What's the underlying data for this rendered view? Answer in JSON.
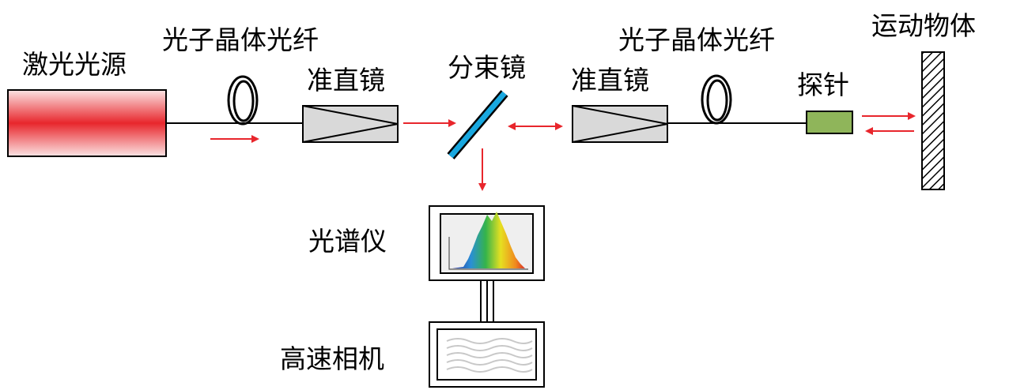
{
  "labels": {
    "laser": "激光光源",
    "fiber_left": "光子晶体光纤",
    "collimator_left": "准直镜",
    "splitter": "分束镜",
    "collimator_right": "准直镜",
    "fiber_right": "光子晶体光纤",
    "probe": "探针",
    "moving_object": "运动物体",
    "spectrometer": "光谱仪",
    "camera": "高速相机"
  },
  "colors": {
    "laser_core": "#e8262c",
    "laser_edge": "#fbe4e4",
    "arrow": "#e8262c",
    "collimator_fill": "#d9d9d9",
    "splitter_fill": "#19a8e0",
    "probe_fill": "#8fb55a",
    "screen_fill": "#efefef"
  },
  "icons": {
    "fiber_coil": "fiber-coil-icon",
    "spectrum": "spectrum-icon",
    "camera_image": "wave-pattern-icon",
    "moving_object": "hatched-wall-icon"
  }
}
